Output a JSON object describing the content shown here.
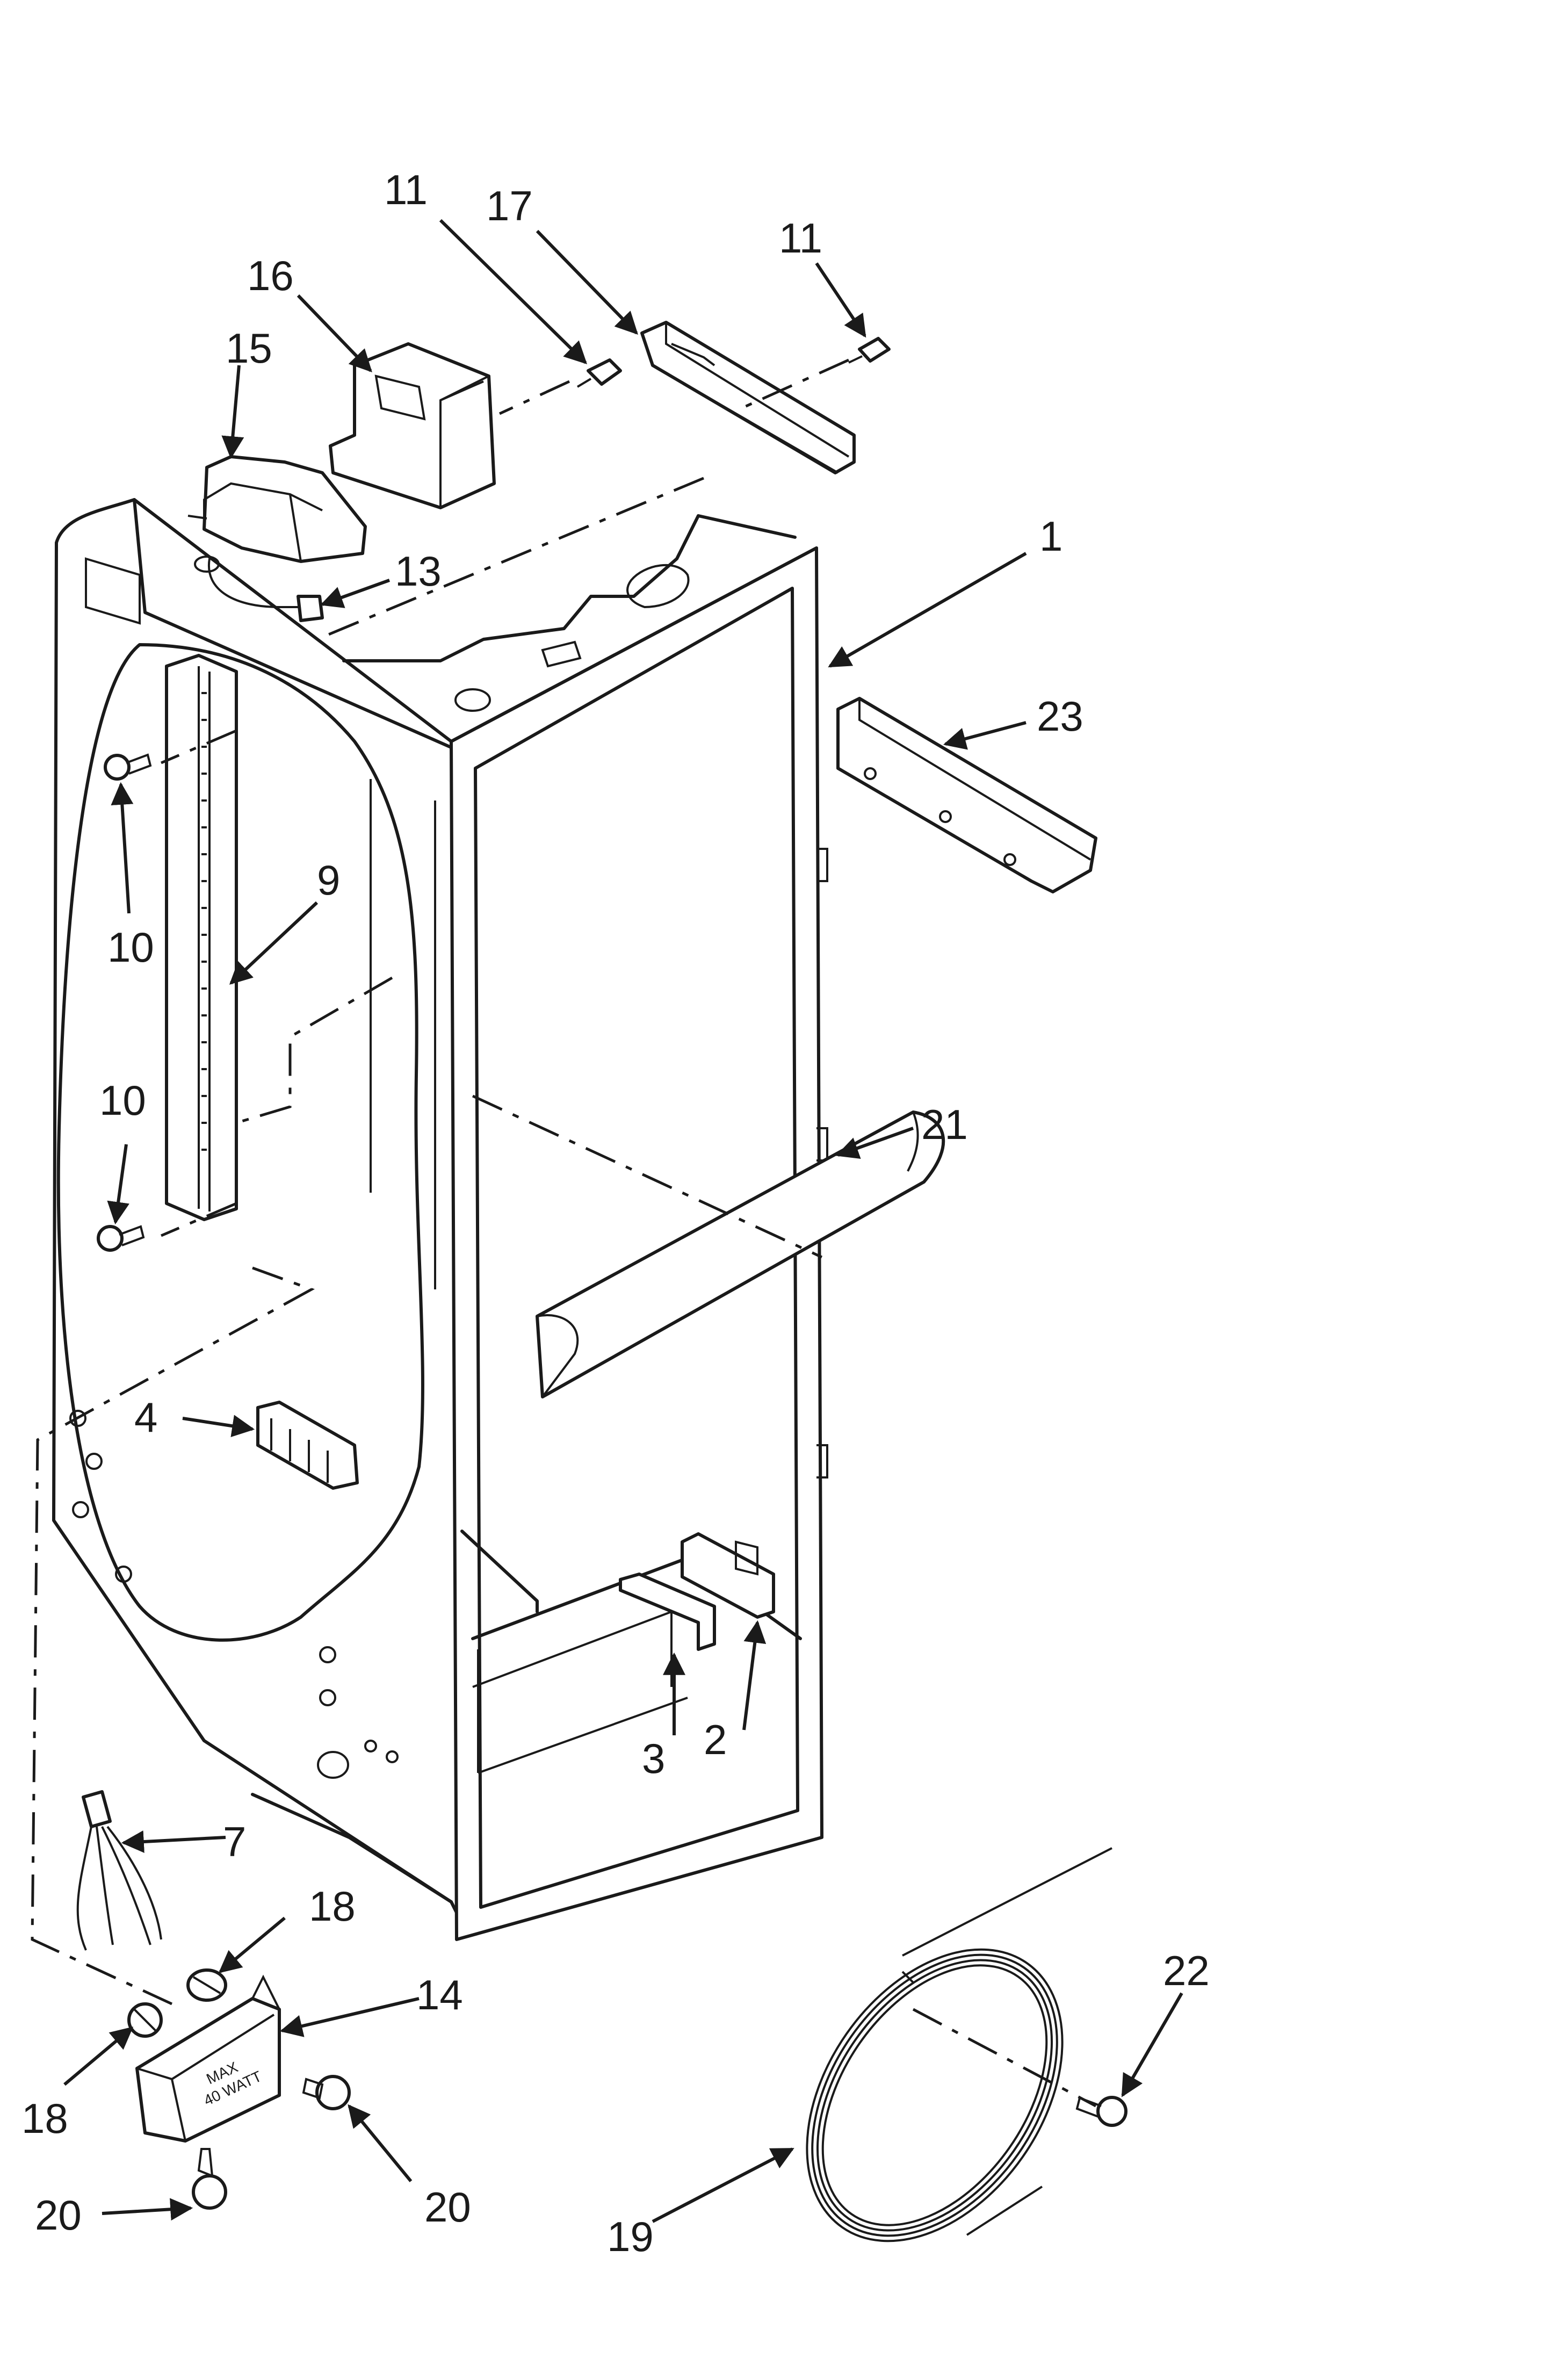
{
  "diagram": {
    "callouts": [
      {
        "id": "c1",
        "label": "1"
      },
      {
        "id": "c2",
        "label": "2"
      },
      {
        "id": "c3",
        "label": "3"
      },
      {
        "id": "c4",
        "label": "4"
      },
      {
        "id": "c7",
        "label": "7"
      },
      {
        "id": "c9",
        "label": "9"
      },
      {
        "id": "c10a",
        "label": "10"
      },
      {
        "id": "c10b",
        "label": "10"
      },
      {
        "id": "c11a",
        "label": "11"
      },
      {
        "id": "c11b",
        "label": "11"
      },
      {
        "id": "c13",
        "label": "13"
      },
      {
        "id": "c14",
        "label": "14"
      },
      {
        "id": "c15",
        "label": "15"
      },
      {
        "id": "c16",
        "label": "16"
      },
      {
        "id": "c17",
        "label": "17"
      },
      {
        "id": "c18a",
        "label": "18"
      },
      {
        "id": "c18b",
        "label": "18"
      },
      {
        "id": "c19",
        "label": "19"
      },
      {
        "id": "c20a",
        "label": "20"
      },
      {
        "id": "c20b",
        "label": "20"
      },
      {
        "id": "c21",
        "label": "21"
      },
      {
        "id": "c22",
        "label": "22"
      },
      {
        "id": "c23",
        "label": "23"
      }
    ],
    "lamp_socket_text_line1": "MAX",
    "lamp_socket_text_line2": "40 WATT"
  }
}
